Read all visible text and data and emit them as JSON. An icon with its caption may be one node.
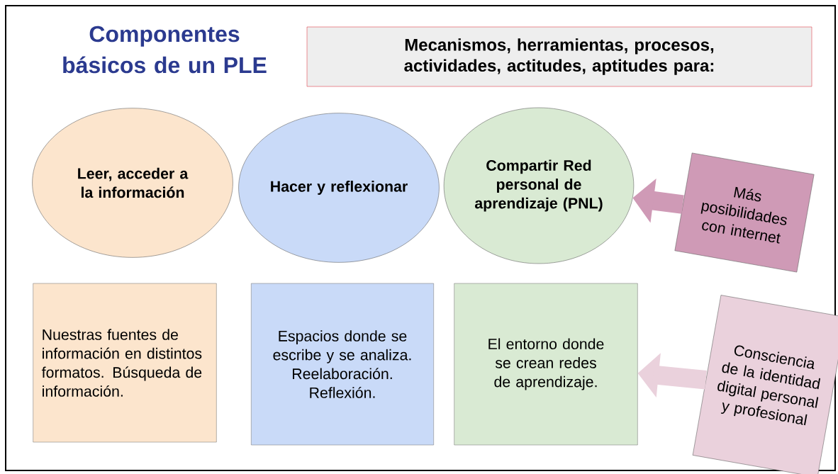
{
  "diagram": {
    "title": "Componentes básicos de un PLE",
    "nodes": [
      {
        "text": [
          "Mecanismos, herramientas, procesos, actividades, actitudes, aptitudes para:"
        ]
      },
      {
        "text": [
          "Leer, acceder a la información"
        ]
      },
      {
        "text": [
          "Hacer y reflexionar"
        ]
      },
      {
        "text": [
          "Compartir Red personal de aprendizaje (PNL)"
        ]
      },
      {
        "text": [
          "Más posibilidades con internet"
        ]
      },
      {
        "text": [
          "Nuestras fuentes de información en distintos formatos. Búsqueda de información."
        ]
      },
      {
        "text": [
          "Espacios donde se escribe y se analiza. Reelaboración. Reflexión."
        ]
      },
      {
        "text": [
          "El entorno donde se crean redes de aprendizaje."
        ]
      },
      {
        "text": [
          "Consciencia de la identidad digital personal y profesional"
        ]
      }
    ],
    "edges": [
      {
        "from": 4,
        "to": 3,
        "arrow": "to",
        "color": "#cf9ab6"
      },
      {
        "from": 8,
        "to": 7,
        "arrow": "to",
        "color": "#ead1dc"
      }
    ]
  }
}
